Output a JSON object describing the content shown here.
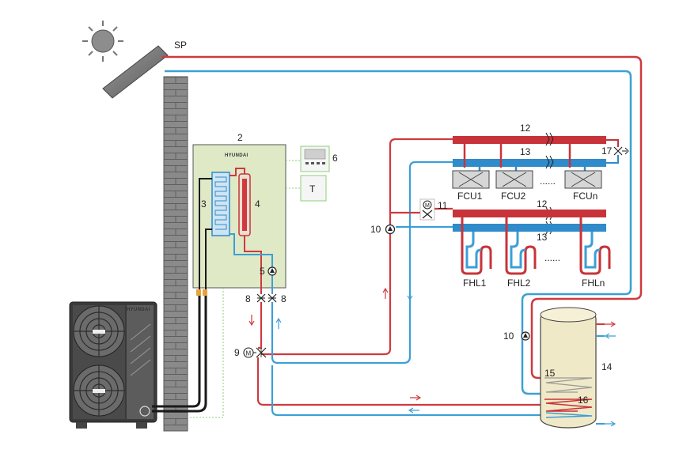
{
  "colors": {
    "hot_pipe": "#d0393f",
    "cold_pipe": "#3c9fd6",
    "hot_manifold": "#c8333a",
    "cold_manifold": "#2f8bc9",
    "hydro_box": "#dfe9c6",
    "wall_brick": "#8a8a8a",
    "brick_line": "#5f5f5f",
    "tank": "#f0e9c8",
    "control_wire": "#8fce7a"
  },
  "labels": {
    "solar_panel": "SP",
    "hydro_box": "2",
    "plate_exchanger": "3",
    "backup_heater": "4",
    "pump_internal": "5",
    "controller": "6",
    "valve_left": "8",
    "valve_right": "8",
    "three_way_valve": "9",
    "pump_circuit": "10",
    "pump_tank": "10",
    "motor_valve": "11",
    "manifold_top_hot": "12",
    "manifold_top_cold": "13",
    "manifold_bottom_hot": "12",
    "manifold_bottom_cold": "13",
    "bypass_valve": "17",
    "tank": "14",
    "tank_coil_solar": "15",
    "tank_coil_heat": "16",
    "thermostat": "T",
    "fcu1": "FCU1",
    "fcu2": "FCU2",
    "fcu_dots": "......",
    "fcun": "FCUn",
    "fhl1": "FHL1",
    "fhl2": "FHL2",
    "fhl_dots": "......",
    "fhln": "FHLn"
  },
  "brand": {
    "outdoor_unit": "HYUNDAI",
    "hydro_box": "HYUNDAI"
  },
  "icons": {
    "sun": "sun-icon",
    "solar_panel": "solar-panel-icon",
    "fan": "fan-icon",
    "pump": "pump-icon",
    "valve": "valve-icon",
    "motor": "motor-icon"
  }
}
